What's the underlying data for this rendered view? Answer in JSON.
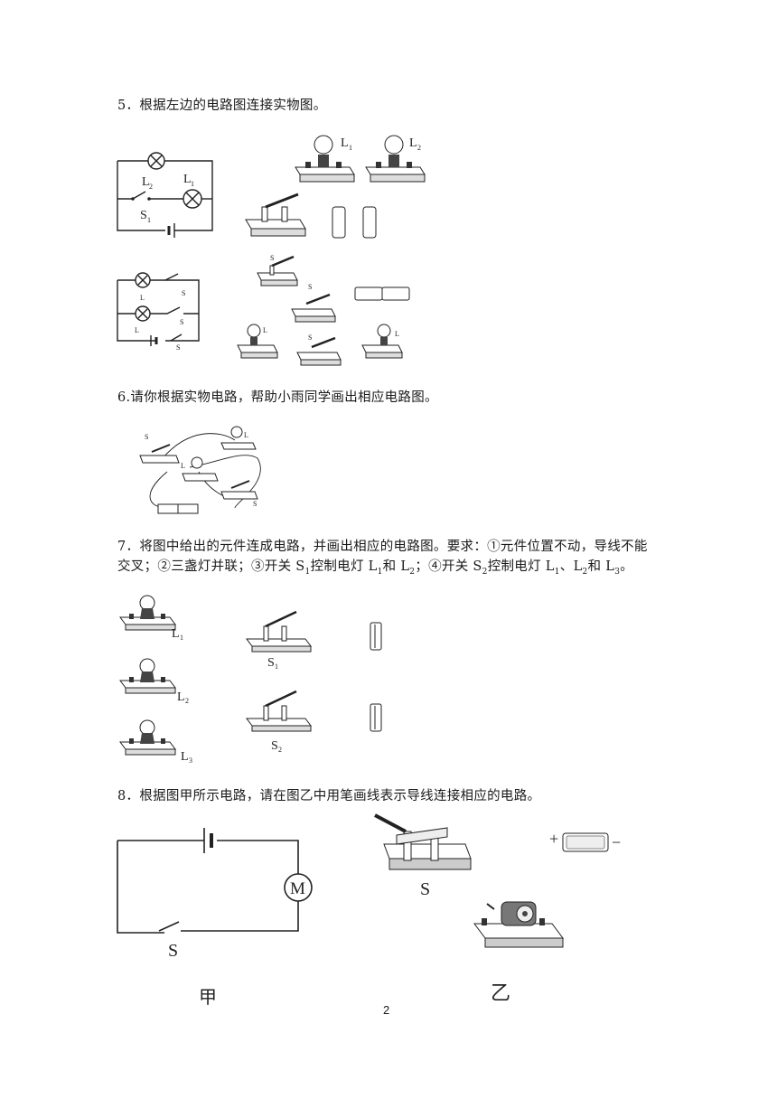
{
  "q5": {
    "text": "5．根据左边的电路图连接实物图。"
  },
  "q6": {
    "text": "6.请你根据实物电路，帮助小雨同学画出相应电路图。"
  },
  "q7": {
    "line1": "7．将图中给出的元件连成电路，并画出相应的电路图。要求：①元件位置不动，导线不能",
    "line2_a": "交叉；②三盏灯并联；③开关 S",
    "line2_b": "控制电灯 L",
    "line2_c": "和 L",
    "line2_d": "；④开关 S",
    "line2_e": "控制电灯 L",
    "line2_f": "、L",
    "line2_g": "和 L",
    "line2_h": "。",
    "sub1": "1",
    "sub2": "1",
    "sub3": "2",
    "sub4": "2",
    "sub5": "1",
    "sub6": "2",
    "sub7": "3"
  },
  "q8": {
    "text": "8．根据图甲所示电路，请在图乙中用笔画线表示导线连接相应的电路。"
  },
  "labels": {
    "L": "L",
    "S": "S",
    "M": "M",
    "one": "1",
    "two": "2",
    "three": "3",
    "jia": "甲",
    "yi": "乙",
    "plus": "+",
    "minus": "−"
  },
  "page_number": "2"
}
